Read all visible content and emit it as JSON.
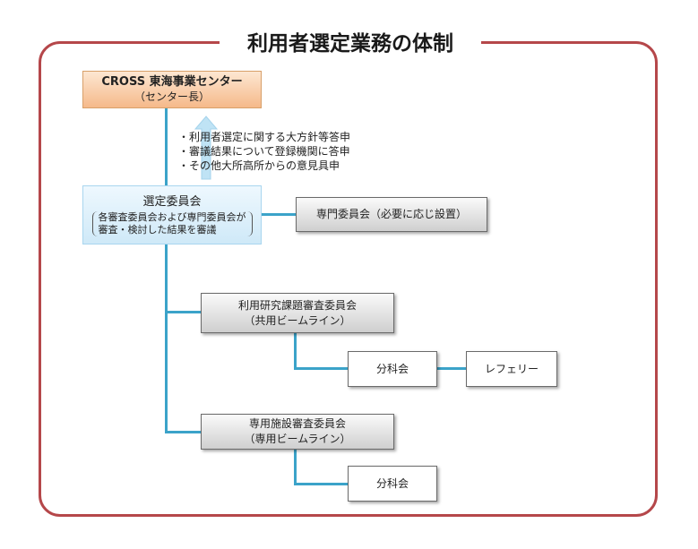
{
  "title": "利用者選定業務の体制",
  "cross": {
    "line1": "CROSS  東海事業センター",
    "line2": "（センター長）"
  },
  "notes": [
    "・利用者選定に関する大方針等答申",
    "・審議結果について登録機関に答申",
    "・その他大所高所からの意見具申"
  ],
  "selection_committee": {
    "label": "選定委員会",
    "desc_line1": "各審査委員会および専門委員会が",
    "desc_line2": "審査・検討した結果を審議"
  },
  "expert_committee": "専門委員会（必要に応じ設置）",
  "research_committee": {
    "line1": "利用研究課題審査委員会",
    "line2": "（共用ビームライン）"
  },
  "subcommittee1": "分科会",
  "referee": "レフェリー",
  "facility_committee": {
    "line1": "専用施設審査委員会",
    "line2": "（専用ビームライン）"
  },
  "subcommittee2": "分科会",
  "colors": {
    "frame": "#b5474a",
    "connector": "#3ba3c9",
    "arrow": "#bfe3f5"
  }
}
